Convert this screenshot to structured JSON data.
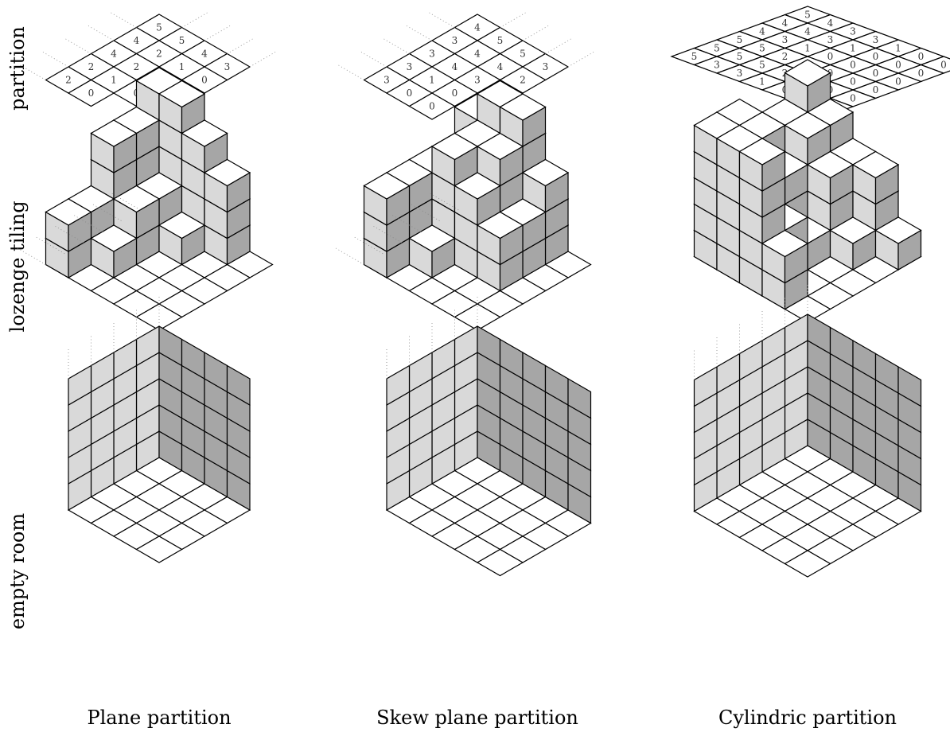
{
  "figure": {
    "row_labels": [
      "partition",
      "lozenge tiling",
      "empty room"
    ],
    "column_labels": [
      "Plane partition",
      "Skew plane partition",
      "Cylindric partition"
    ],
    "colors": {
      "top": "#ffffff",
      "left": "#d9d9d9",
      "right": "#a6a6a6",
      "stroke": "#000000"
    }
  },
  "panels": {
    "plane": {
      "rows": [
        [
          5,
          4,
          4,
          2,
          2
        ],
        [
          5,
          2,
          2,
          1,
          0
        ],
        [
          4,
          1,
          0,
          0
        ],
        [
          3,
          0,
          0
        ]
      ]
    },
    "skew": {
      "rows": [
        [
          4,
          3,
          3,
          3,
          3
        ],
        [
          5,
          4,
          4,
          1,
          0
        ],
        [
          5,
          4,
          3,
          0,
          0
        ],
        [
          3,
          2,
          2,
          0
        ]
      ]
    },
    "cylindric": {
      "rows": [
        [
          5,
          4,
          4,
          5,
          5,
          5
        ],
        [
          4,
          4,
          3,
          5,
          5,
          3
        ],
        [
          3,
          3,
          1,
          2,
          5,
          3
        ],
        [
          3,
          1,
          0,
          0,
          2,
          1
        ],
        [
          1,
          0,
          0,
          0,
          0,
          0
        ],
        [
          0,
          0,
          0,
          0,
          0,
          0
        ],
        [
          0,
          0,
          0,
          0,
          0,
          0
        ]
      ]
    }
  }
}
